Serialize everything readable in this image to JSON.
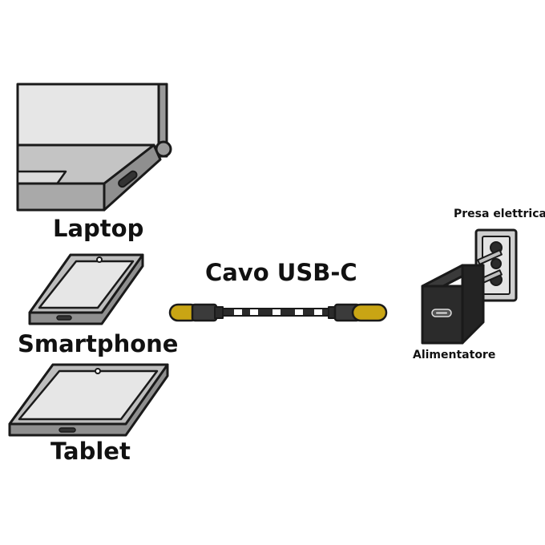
{
  "devices": {
    "laptop_label": "Laptop",
    "smartphone_label": "Smartphone",
    "tablet_label": "Tablet"
  },
  "cable": {
    "label": "Cavo USB-C"
  },
  "charger": {
    "outlet_label": "Presa elettrica",
    "adapter_label": "Alimentatore"
  },
  "colors": {
    "outline": "#1a1a1a",
    "device_body": "#b9b9b9",
    "screen": "#e6e6e6",
    "connector_yellow": "#c9a514",
    "charger_black": "#2b2b2b"
  }
}
